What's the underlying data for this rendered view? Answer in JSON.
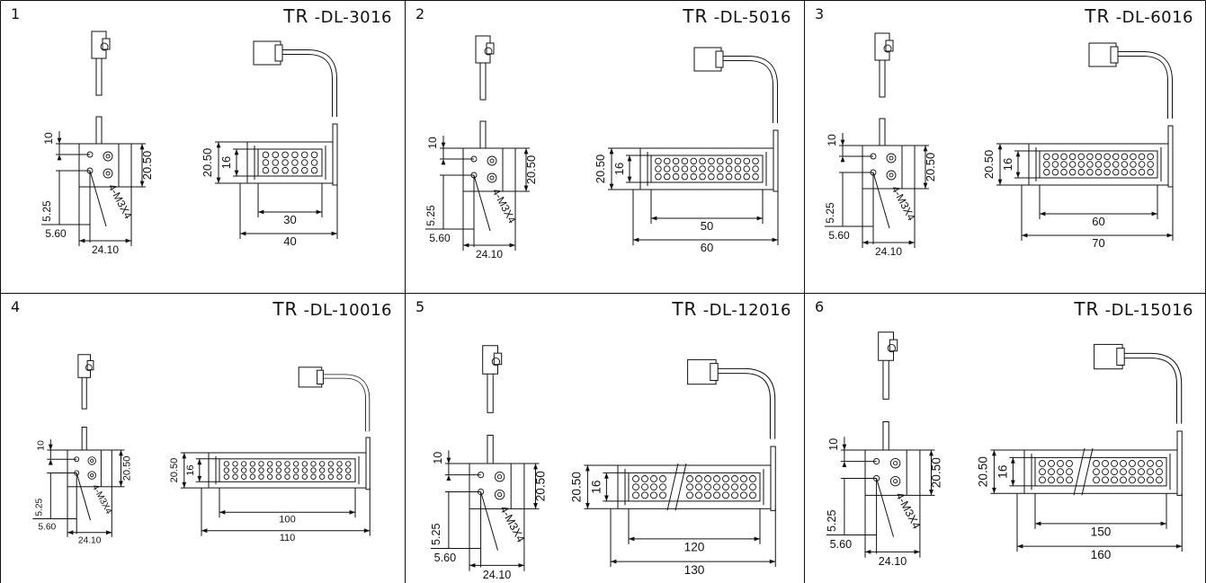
{
  "panels": [
    {
      "number": "1",
      "model_prefix": "TR",
      "model_suffix": "-DL-3016",
      "side": {
        "top": "10",
        "height": "20.50",
        "offset_v": "5.25",
        "offset_h": "5.60",
        "width": "24.10",
        "screw": "4-M3X4"
      },
      "front": {
        "height": "20.50",
        "lens": "16",
        "inner": "30",
        "outer": "40"
      },
      "break": false
    },
    {
      "number": "2",
      "model_prefix": "TR",
      "model_suffix": "-DL-5016",
      "side": {
        "top": "10",
        "height": "20.50",
        "offset_v": "5.25",
        "offset_h": "5.60",
        "width": "24.10",
        "screw": "4-M3X4"
      },
      "front": {
        "height": "20.50",
        "lens": "16",
        "inner": "50",
        "outer": "60"
      },
      "break": false
    },
    {
      "number": "3",
      "model_prefix": "TR",
      "model_suffix": "-DL-6016",
      "side": {
        "top": "10",
        "height": "20.50",
        "offset_v": "5.25",
        "offset_h": "5.60",
        "width": "24.10",
        "screw": "4-M3X4"
      },
      "front": {
        "height": "20.50",
        "lens": "16",
        "inner": "60",
        "outer": "70"
      },
      "break": false
    },
    {
      "number": "4",
      "model_prefix": "TR",
      "model_suffix": "-DL-10016",
      "side": {
        "top": "10",
        "height": "20.50",
        "offset_v": "5.25",
        "offset_h": "5.60",
        "width": "24.10",
        "screw": "4-M3X4"
      },
      "front": {
        "height": "20.50",
        "lens": "16",
        "inner": "100",
        "outer": "110"
      },
      "break": false
    },
    {
      "number": "5",
      "model_prefix": "TR",
      "model_suffix": "-DL-12016",
      "side": {
        "top": "10",
        "height": "20.50",
        "offset_v": "5.25",
        "offset_h": "5.60",
        "width": "24.10",
        "screw": "4-M3X4"
      },
      "front": {
        "height": "20.50",
        "lens": "16",
        "inner": "120",
        "outer": "130"
      },
      "break": true
    },
    {
      "number": "6",
      "model_prefix": "TR",
      "model_suffix": "-DL-15016",
      "side": {
        "top": "10",
        "height": "20.50",
        "offset_v": "5.25",
        "offset_h": "5.60",
        "width": "24.10",
        "screw": "4-M3X4"
      },
      "front": {
        "height": "20.50",
        "lens": "16",
        "inner": "150",
        "outer": "160"
      },
      "break": true
    }
  ]
}
